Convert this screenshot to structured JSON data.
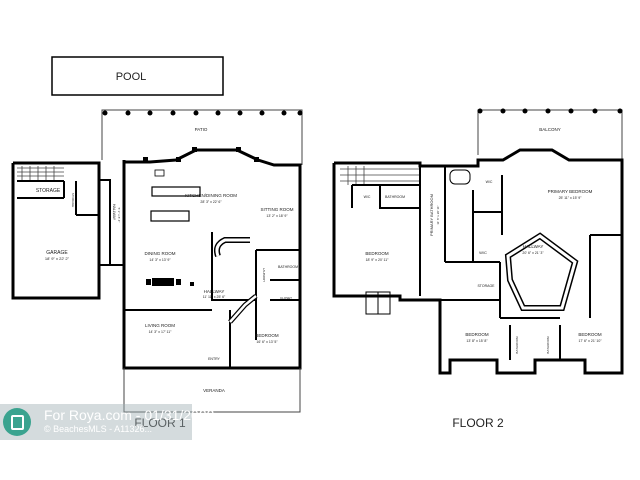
{
  "pool_label": "POOL",
  "floor1": {
    "title": "FLOOR 1",
    "patio": "PATIO",
    "storage": "STORAGE",
    "storage_small": "STORAGE",
    "garage": "GARAGE",
    "garage_dims": "18' 9\" x 22' 2\"",
    "hallway_side": "HALLWAY",
    "hallway_side_dims": "5' 3\" x 8' 4\"",
    "kitchen": "KITCHEN/DINING ROOM",
    "kitchen_dims": "28' 3\" x 22' 6\"",
    "sitting": "SITTING ROOM",
    "sitting_dims": "13' 2\" x 18' 9\"",
    "dining": "DINING ROOM",
    "dining_dims": "14' 3\" x 13' 9\"",
    "hallway": "HALLWAY",
    "hallway_dims": "11' 11\" x 25' 6\"",
    "bathroom": "BATHROOM",
    "closet": "CLOSET",
    "laundry": "LAUNDRY",
    "living": "LIVING ROOM",
    "living_dims": "14' 3\" x 17' 11\"",
    "bedroom": "BEDROOM",
    "bedroom_dims": "16' 6\" x 13' 5\"",
    "entry": "ENTRY",
    "veranda": "VERANDA"
  },
  "floor2": {
    "title": "FLOOR 2",
    "balcony": "BALCONY",
    "wic1": "W/C",
    "bathroom1": "BATHROOM",
    "primary_bathroom": "PRIMARY BATHROOM",
    "primary_bathroom_dims": "11' 6\" x 20' 11\"",
    "wic2": "W/C",
    "primary_bedroom": "PRIMARY BEDROOM",
    "primary_bedroom_dims": "25' 11\" x 15' 9\"",
    "bedroom_left": "BEDROOM",
    "bedroom_left_dims": "18' 9\" x 20' 11\"",
    "wic3": "W/C",
    "hallway": "HALLWAY",
    "hallway_dims": "20' 6\" x 21' 3\"",
    "storage": "STORAGE",
    "bedroom_mid": "BEDROOM",
    "bedroom_mid_dims": "13' 8\" x 15' 8\"",
    "bedroom_right": "BEDROOM",
    "bedroom_right_dims": "17' 6\" x 21' 10\"",
    "bathroom_a": "BATHROOM",
    "bathroom_b": "BATHROOM"
  },
  "watermark": {
    "brand": "For Roya.com - 01/31/2023",
    "sub": "© BeachesMLS - A11326..."
  }
}
